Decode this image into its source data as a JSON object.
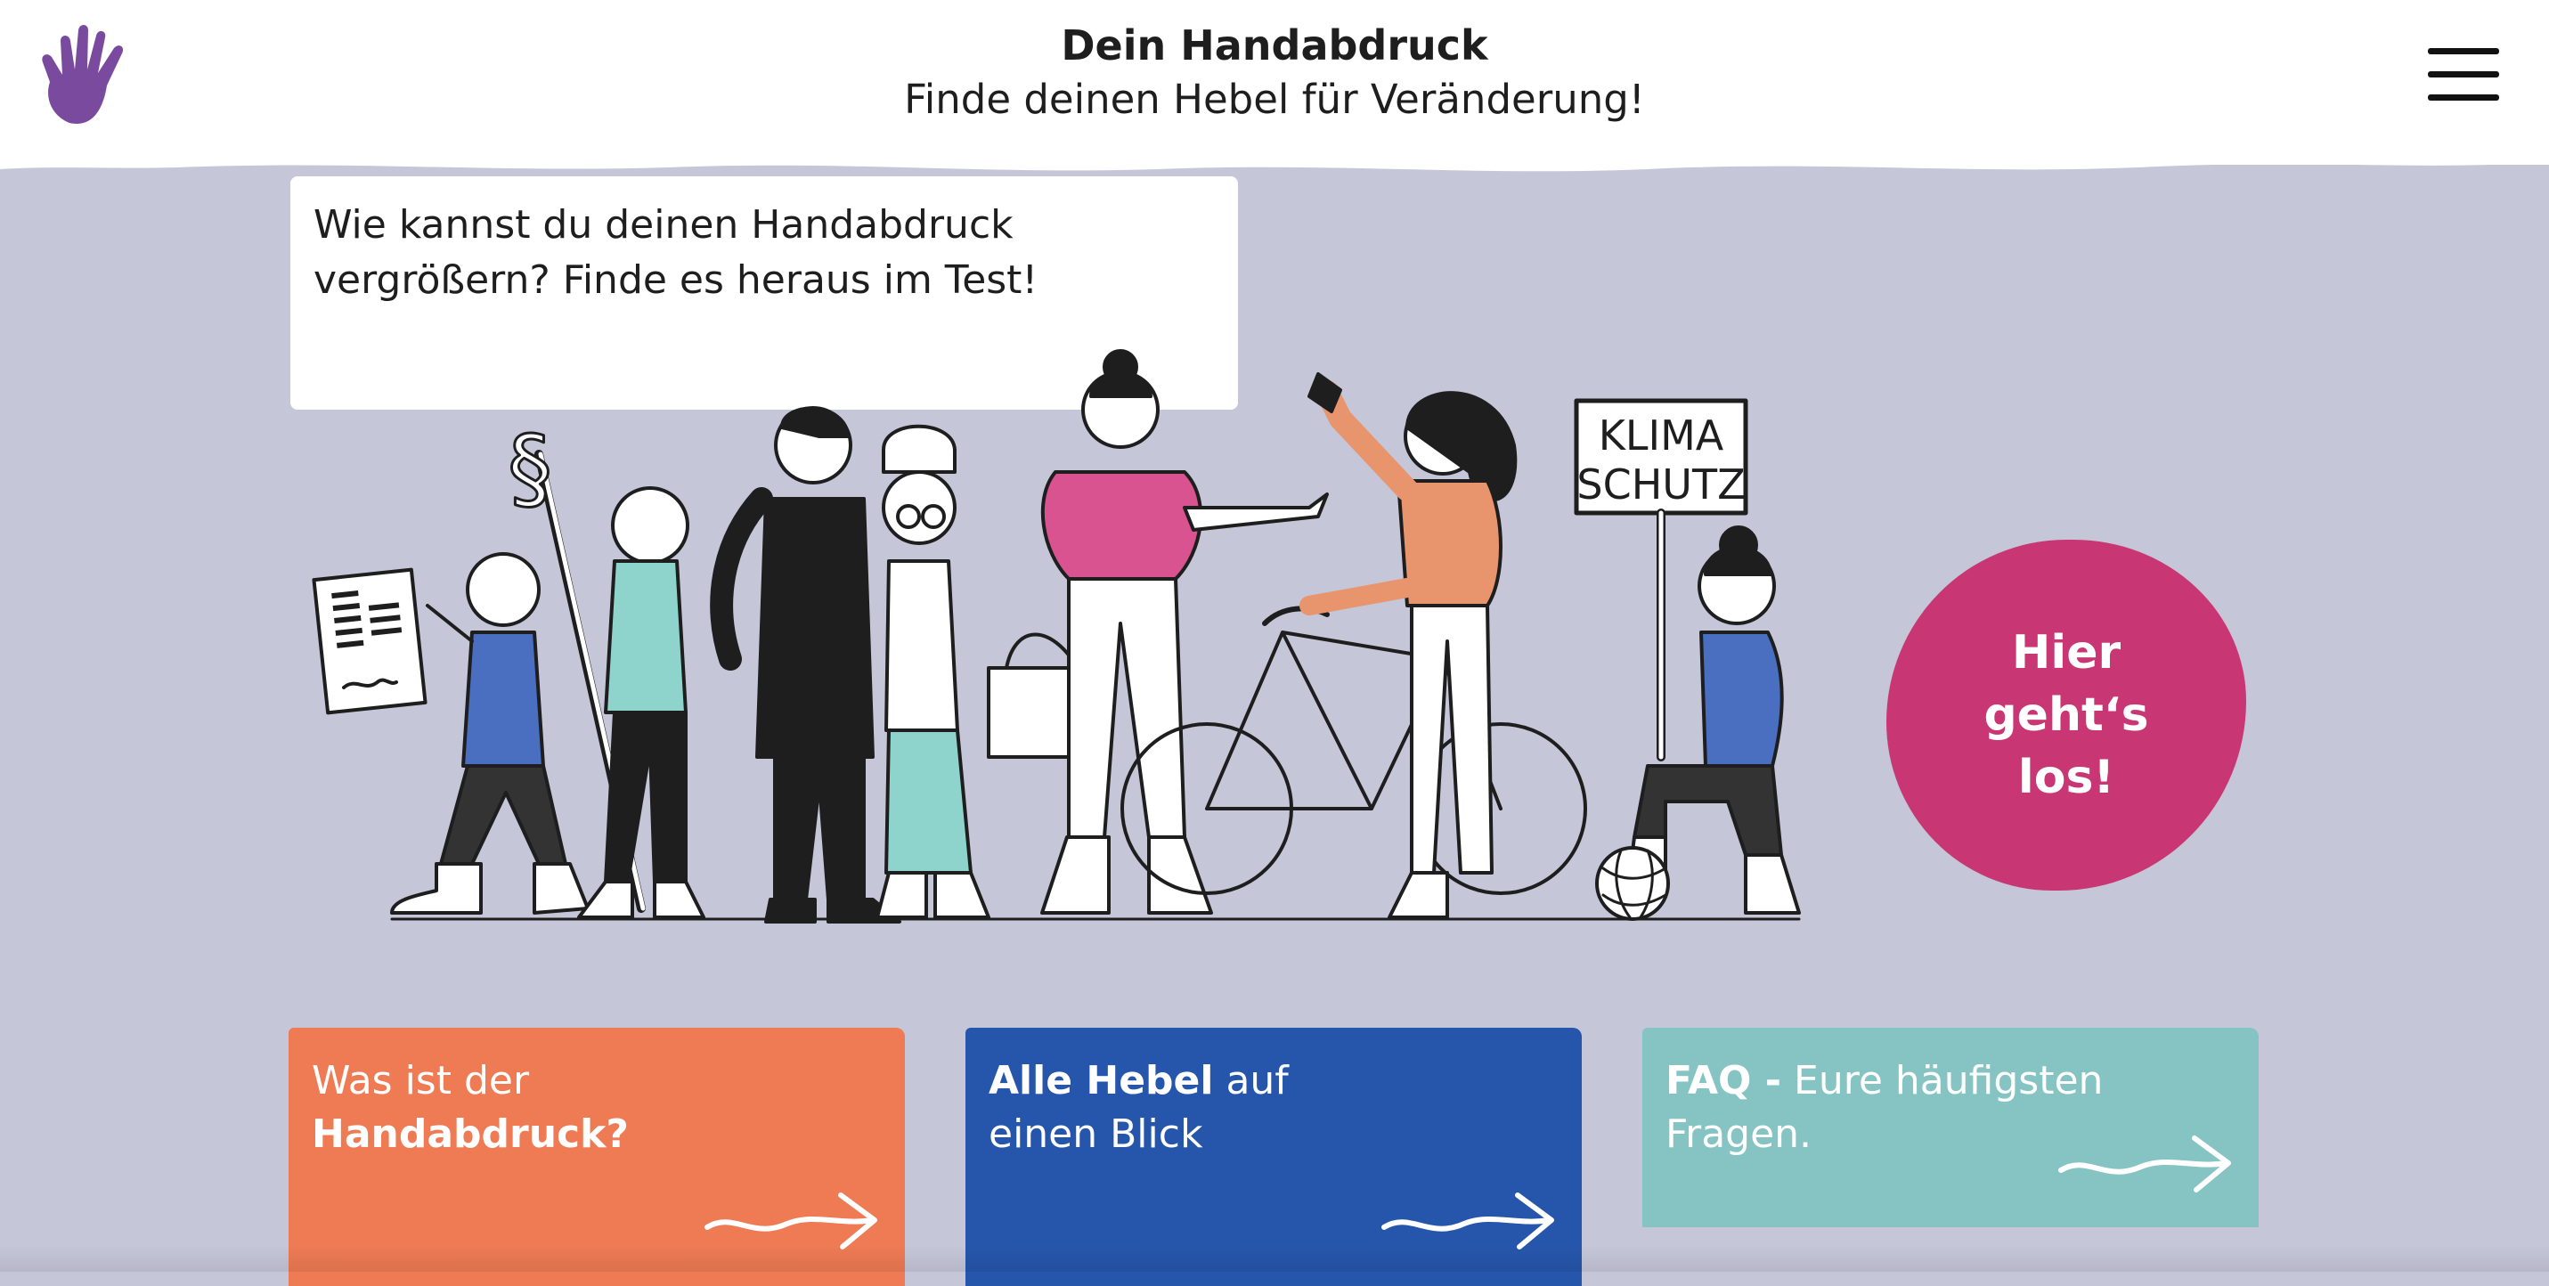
{
  "header": {
    "title": "Dein Handabdruck",
    "subtitle": "Finde deinen Hebel für Veränderung!"
  },
  "intro": {
    "line1": "Wie kannst du deinen Handabdruck",
    "line2": "vergrößern? Finde es heraus im Test!"
  },
  "illustration": {
    "sign_line1": "KLIMA",
    "sign_line2": "SCHUTZ",
    "paragraph_symbol": "§"
  },
  "cta": {
    "line1": "Hier geht‘s",
    "line2": "los!"
  },
  "cards": [
    {
      "text1": "Was ist der",
      "bold": "Handabdruck?"
    },
    {
      "bold": "Alle Hebel",
      "text1": " auf",
      "text2": "einen Blick"
    },
    {
      "bold": "FAQ -",
      "text1": " Eure häufigsten Fragen."
    }
  ],
  "icons": {
    "logo": "hand-print-icon",
    "menu": "hamburger-menu-icon",
    "arrow": "arrow-right-icon"
  },
  "colors": {
    "background": "#c5c6d8",
    "logo": "#7a4a9e",
    "cta": "#c83774",
    "card_orange": "#ee7b54",
    "card_blue": "#2656ac",
    "card_teal": "#86c4c4",
    "figure_pink": "#d85390",
    "figure_teal": "#8fd4cc",
    "figure_blue": "#4a6ec0",
    "figure_orange": "#e8956e"
  }
}
